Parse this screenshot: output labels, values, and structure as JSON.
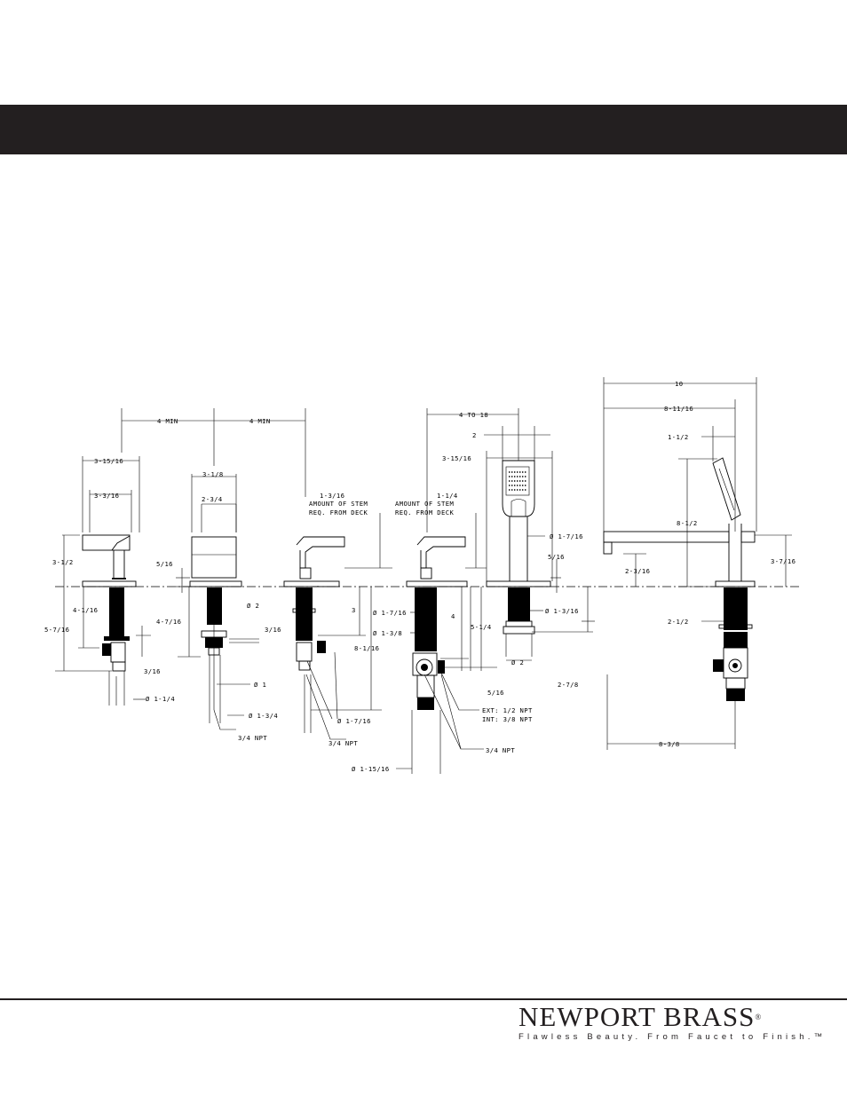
{
  "labels": {
    "w1_width": "3-15/16",
    "w1_body": "3-3/16",
    "w1_height": "3-1/2",
    "w1_below": "5-7/16",
    "w1_shank": "4-1/16",
    "w1_side": "3/16",
    "w1_dia": "Ø 1-1/4",
    "w2_width": "3-1/8",
    "w2_body": "2-3/4",
    "w2_flange": "5/16",
    "w2_shank": "4-7/16",
    "w2_d2": "Ø 2",
    "w2_side": "3/16",
    "w2_d1": "Ø 1",
    "w2_d134": "Ø 1-3/4",
    "w2_npt": "3/4 NPT",
    "spacing1": "4 MIN",
    "spacing2": "4 MIN",
    "stem1_value": "1-3/16",
    "stem_text_a": "AMOUNT OF STEM",
    "stem_text_b": "REQ. FROM DECK",
    "w3_3": "3",
    "w3_816": "8-1/16",
    "w3_dia": "Ø 1-7/16",
    "w3_npt": "3/4 NPT",
    "stem2_value": "1-1/4",
    "stem2_text_a": "AMOUNT OF STEM",
    "stem2_text_b": "REQ. FROM DECK",
    "w4_d1716": "Ø 1-7/16",
    "w4_d138": "Ø 1-3/8",
    "w4_4": "4",
    "w4_514": "5-1/4",
    "w4_516": "5/16",
    "w4_ext": "EXT: 1/2 NPT",
    "w4_int": "INT: 3/8 NPT",
    "w4_npt": "3/4 NPT",
    "w4_d11516": "Ø 1-15/16",
    "hs_spacing": "4 TO 18",
    "hs_2": "2",
    "hs_31516": "3-15/16",
    "hs_d1716": "Ø 1-7/16",
    "hs_516": "5/16",
    "hs_d1316": "Ø 1-3/16",
    "hs_d2": "Ø 2",
    "hs_278": "2-7/8",
    "sp_10": "10",
    "sp_81116": "8-11/16",
    "sp_112": "1-1/2",
    "sp_812": "8-1/2",
    "sp_2316": "2-3/16",
    "sp_3716": "3-7/16",
    "sp_212": "2-1/2",
    "sp_838": "8-3/8"
  },
  "logo": {
    "brand_a": "NEWP",
    "brand_b": "RT BRASS",
    "reg": "®",
    "tagline": "Flawless Beauty. From Faucet to Finish.™"
  }
}
